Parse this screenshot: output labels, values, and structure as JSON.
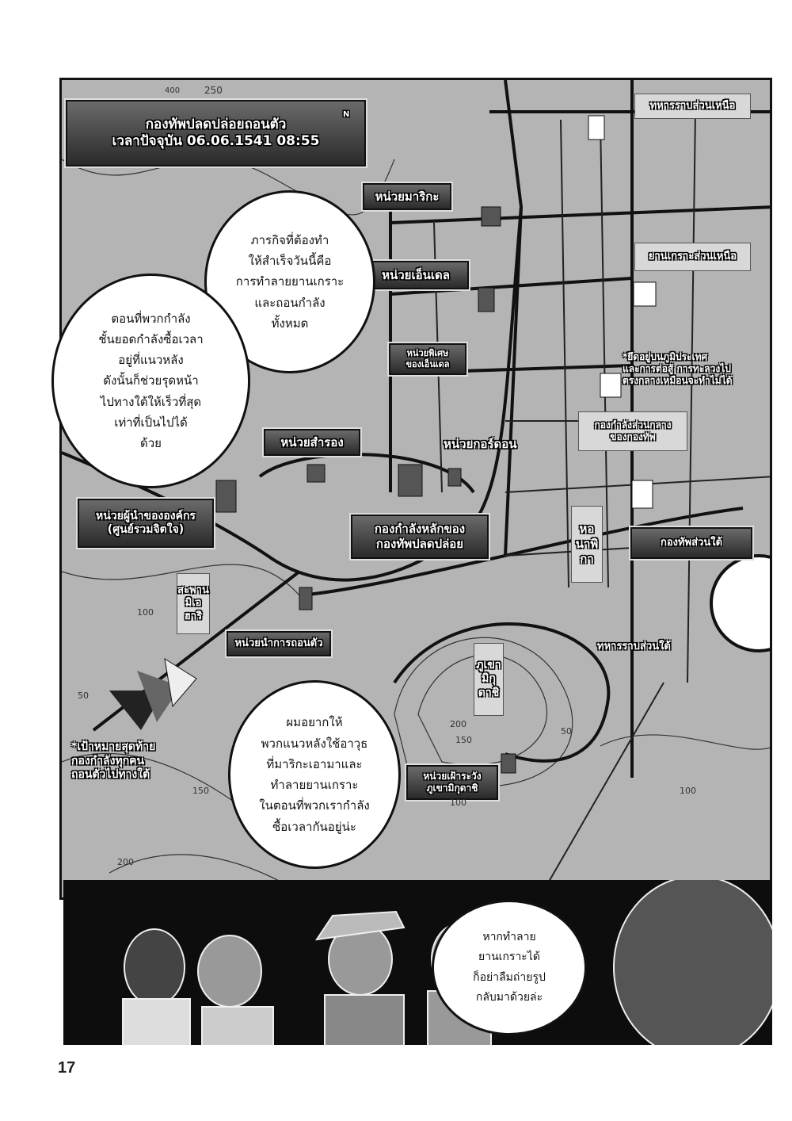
{
  "header": {
    "title": "กองทัพปลดปล่อยถอนตัว",
    "time": "เวลาปัจจุบัน 06.06.1541 08:55",
    "compass": "N"
  },
  "map_labels": {
    "marika": "หน่วยมาริกะ",
    "endel": "หน่วยเอ็นเดล",
    "endel_special": [
      "หน่วยพิเศษ",
      "ของเอ็นเดล"
    ],
    "reserve": "หน่วยสำรอง",
    "gordon": "หน่วยกอร์ดอน",
    "main_force": [
      "กองกำลังหลักของ",
      "กองทัพปลดปล่อย"
    ],
    "leader": [
      "หน่วยผู้นำขององค์กร",
      "(ศูนย์รวมจิตใจ)"
    ],
    "bridge": [
      "สะพาน",
      "มิเอ",
      "ฮาริ"
    ],
    "retreat_lead": "หน่วยนำการถอนตัว",
    "tower": [
      "หอ",
      "นาพิ",
      "กา"
    ],
    "mountain": [
      "ภูเขา",
      "มิกุ",
      "ดาชิ"
    ],
    "mountain_watch": [
      "หน่วยเฝ้าระวัง",
      "ภูเขามิกุดาชิ"
    ],
    "north_infantry": "ทหารราบส่วนเหนือ",
    "north_armor": "ยานเกราะส่วนเหนือ",
    "terrain_note": [
      "*ยึดอยู่บนภูมิประเทศ",
      "และการต่อสู้ การทะลวงไป",
      "ตรงกลางเหมือนจะทำไม่ได้"
    ],
    "center_force": [
      "กองกำลังส่วนกลาง",
      "ของกองทัพ"
    ],
    "south_army": "กองทัพส่วนใต้",
    "south_infantry": "ทหารราบส่วนใต้",
    "goal_note": [
      "*เป้าหมายสุดท้าย",
      "กองกำลังทุกคน",
      "ถอนตัวไปทางใต้"
    ],
    "contours": [
      "400",
      "250",
      "100",
      "50",
      "200",
      "150",
      "50",
      "100",
      "150",
      "200",
      "100"
    ]
  },
  "bubbles": {
    "mission": [
      "ภารกิจที่ต้องทำ",
      "ให้สำเร็จวันนี้คือ",
      "การทำลายยานเกราะ",
      "และถอนกำลัง",
      "ทั้งหมด"
    ],
    "elite": [
      "ตอนที่พวกกำลัง",
      "ชั้นยอดกำลังซื้อเวลา",
      "อยู่ที่แนวหลัง",
      "ดังนั้นก็ช่วยรุดหน้า",
      "ไปทางใต้ให้เร็วที่สุด",
      "เท่าที่เป็นไปได้",
      "ด้วย"
    ],
    "rear": [
      "ผมอยากให้",
      "พวกแนวหลังใช้อาวุธ",
      "ที่มาริกะเอามาและ",
      "ทำลายยานเกราะ",
      "ในตอนที่พวกเรากำลัง",
      "ซื้อเวลากันอยู่น่ะ"
    ],
    "photo": [
      "หากทำลาย",
      "ยานเกราะได้",
      "ก็อย่าลืมถ่ายรูป",
      "กลับมาด้วยล่ะ"
    ]
  },
  "page_number": "17"
}
